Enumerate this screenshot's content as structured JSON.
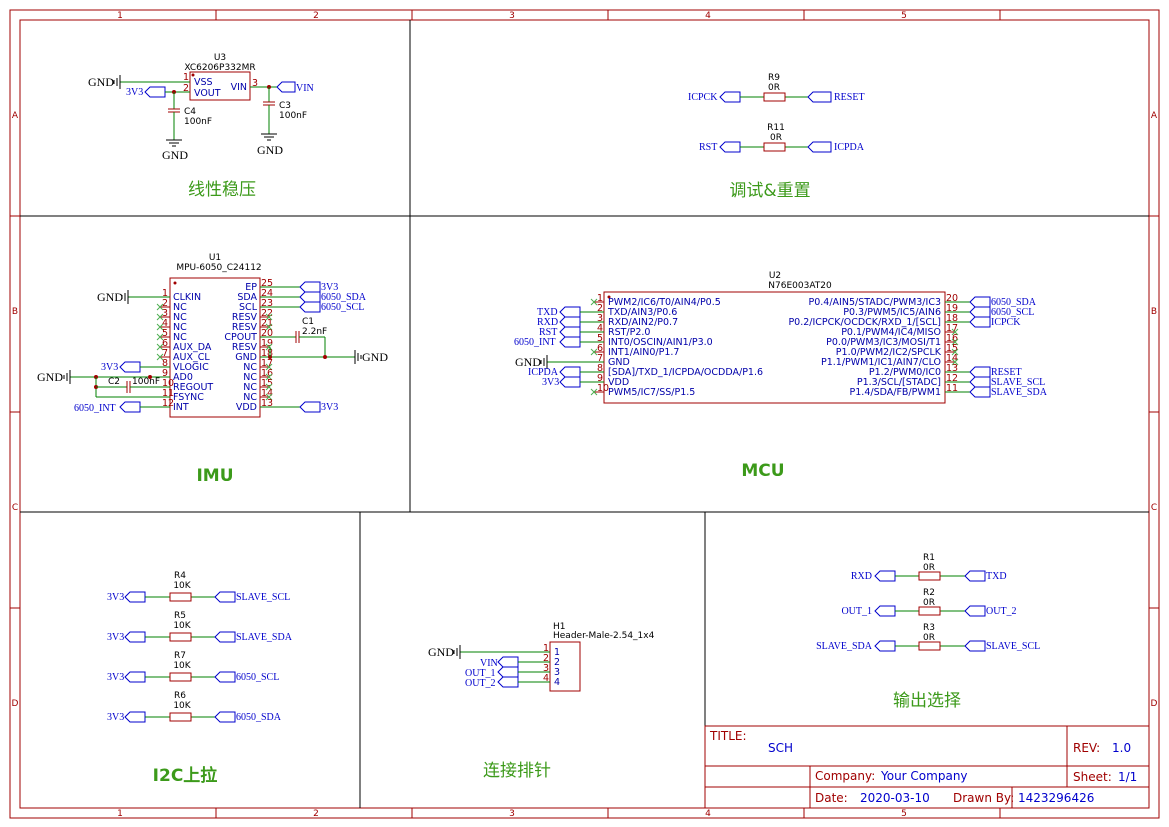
{
  "frame": {
    "columns": [
      "1",
      "2",
      "3",
      "4",
      "5"
    ],
    "rows": [
      "A",
      "B",
      "C",
      "D"
    ]
  },
  "sections": {
    "ldo": "线性稳压",
    "debug": "调试&重置",
    "imu": "IMU",
    "mcu": "MCU",
    "i2c_pullup": "I2C上拉",
    "connector": "连接排针",
    "output_select": "输出选择"
  },
  "gnd": "GND",
  "ldo": {
    "u3_ref": "U3",
    "u3_part": "XC6206P332MR",
    "pin_vss": "VSS",
    "pin_vout": "VOUT",
    "pin_vin": "VIN",
    "n1": "1",
    "n2": "2",
    "n3": "3",
    "net_3v3": "3V3",
    "net_vin": "VIN",
    "c4_ref": "C4",
    "c4_val": "100nF",
    "c3_ref": "C3",
    "c3_val": "100nF"
  },
  "debug": {
    "r9_ref": "R9",
    "r9_val": "0R",
    "r9_left": "ICPCK",
    "r9_right": "RESET",
    "r11_ref": "R11",
    "r11_val": "0R",
    "r11_left": "RST",
    "r11_right": "ICPDA"
  },
  "imu": {
    "u1_ref": "U1",
    "u1_part": "MPU-6050_C24112",
    "left_pins": [
      {
        "num": "1",
        "name": "CLKIN"
      },
      {
        "num": "2",
        "name": "NC"
      },
      {
        "num": "3",
        "name": "NC"
      },
      {
        "num": "4",
        "name": "NC"
      },
      {
        "num": "5",
        "name": "NC"
      },
      {
        "num": "6",
        "name": "AUX_DA"
      },
      {
        "num": "7",
        "name": "AUX_CL"
      },
      {
        "num": "8",
        "name": "VLOGIC"
      },
      {
        "num": "9",
        "name": "AD0"
      },
      {
        "num": "10",
        "name": "REGOUT"
      },
      {
        "num": "11",
        "name": "FSYNC"
      },
      {
        "num": "12",
        "name": "INT"
      }
    ],
    "right_pins": [
      {
        "num": "25",
        "name": "EP"
      },
      {
        "num": "24",
        "name": "SDA"
      },
      {
        "num": "23",
        "name": "SCL"
      },
      {
        "num": "22",
        "name": "RESV"
      },
      {
        "num": "21",
        "name": "RESV"
      },
      {
        "num": "20",
        "name": "CPOUT"
      },
      {
        "num": "19",
        "name": "RESV"
      },
      {
        "num": "18",
        "name": "GND"
      },
      {
        "num": "17",
        "name": "NC"
      },
      {
        "num": "16",
        "name": "NC"
      },
      {
        "num": "15",
        "name": "NC"
      },
      {
        "num": "14",
        "name": "NC"
      },
      {
        "num": "13",
        "name": "VDD"
      }
    ],
    "net_3v3_top": "3V3",
    "net_sda": "6050_SDA",
    "net_scl": "6050_SCL",
    "c1_ref": "C1",
    "c1_val": "2.2nF",
    "net_vlogic": "3V3",
    "c2_ref": "C2",
    "c2_val": "100nF",
    "net_int": "6050_INT",
    "net_vdd": "3V3"
  },
  "mcu": {
    "u2_ref": "U2",
    "u2_part": "N76E003AT20",
    "left_pins": [
      {
        "num": "1",
        "name": "PWM2/IC6/T0/AIN4/P0.5"
      },
      {
        "num": "2",
        "name": "TXD/AIN3/P0.6"
      },
      {
        "num": "3",
        "name": "RXD/AIN2/P0.7"
      },
      {
        "num": "4",
        "name": "RST/P2.0"
      },
      {
        "num": "5",
        "name": "INT0/OSCIN/AIN1/P3.0"
      },
      {
        "num": "6",
        "name": "INT1/AIN0/P1.7"
      },
      {
        "num": "7",
        "name": "GND"
      },
      {
        "num": "8",
        "name": "[SDA]/TXD_1/ICPDA/OCDDA/P1.6"
      },
      {
        "num": "9",
        "name": "VDD"
      },
      {
        "num": "10",
        "name": "PWM5/IC7/SS/P1.5"
      }
    ],
    "right_pins": [
      {
        "num": "20",
        "name": "P0.4/AIN5/STADC/PWM3/IC3"
      },
      {
        "num": "19",
        "name": "P0.3/PWM5/IC5/AIN6"
      },
      {
        "num": "18",
        "name": "P0.2/ICPCK/OCDCK/RXD_1/[SCL]"
      },
      {
        "num": "17",
        "name": "P0.1/PWM4/IC4/MISO"
      },
      {
        "num": "16",
        "name": "P0.0/PWM3/IC3/MOSI/T1"
      },
      {
        "num": "15",
        "name": "P1.0/PWM2/IC2/SPCLK"
      },
      {
        "num": "14",
        "name": "P1.1/PWM1/IC1/AIN7/CLO"
      },
      {
        "num": "13",
        "name": "P1.2/PWM0/IC0"
      },
      {
        "num": "12",
        "name": "P1.3/SCL/[STADC]"
      },
      {
        "num": "11",
        "name": "P1.4/SDA/FB/PWM1"
      }
    ],
    "left_nets": {
      "txd": "TXD",
      "rxd": "RXD",
      "rst": "RST",
      "int": "6050_INT",
      "icpda": "ICPDA",
      "vdd": "3V3"
    },
    "right_nets": {
      "sda": "6050_SDA",
      "scl": "6050_SCL",
      "icpck": "ICPCK",
      "reset": "RESET",
      "slave_scl": "SLAVE_SCL",
      "slave_sda": "SLAVE_SDA"
    }
  },
  "i2c": [
    {
      "ref": "R4",
      "val": "10K",
      "left": "3V3",
      "right": "SLAVE_SCL"
    },
    {
      "ref": "R5",
      "val": "10K",
      "left": "3V3",
      "right": "SLAVE_SDA"
    },
    {
      "ref": "R7",
      "val": "10K",
      "left": "3V3",
      "right": "6050_SCL"
    },
    {
      "ref": "R6",
      "val": "10K",
      "left": "3V3",
      "right": "6050_SDA"
    }
  ],
  "header": {
    "ref": "H1",
    "part": "Header-Male-2.54_1x4",
    "pins": [
      {
        "num": "1",
        "net": "GND"
      },
      {
        "num": "2",
        "net": "VIN"
      },
      {
        "num": "3",
        "net": "OUT_1"
      },
      {
        "num": "4",
        "net": "OUT_2"
      }
    ]
  },
  "outsel": [
    {
      "ref": "R1",
      "val": "0R",
      "left": "RXD",
      "right": "TXD"
    },
    {
      "ref": "R2",
      "val": "0R",
      "left": "OUT_1",
      "right": "OUT_2"
    },
    {
      "ref": "R3",
      "val": "0R",
      "left": "SLAVE_SDA",
      "right": "SLAVE_SCL"
    }
  ],
  "titleblock": {
    "title_label": "TITLE:",
    "title": "SCH",
    "rev_label": "REV:",
    "rev": "1.0",
    "company_label": "Company:",
    "company": "Your Company",
    "sheet_label": "Sheet:",
    "sheet": "1/1",
    "date_label": "Date:",
    "date": "2020-03-10",
    "drawn_label": "Drawn By:",
    "drawn": "1423296426"
  },
  "colors": {
    "frame": "#a00000",
    "wire": "#008000",
    "net": "#0000cc",
    "title": "#3c9a1a"
  }
}
